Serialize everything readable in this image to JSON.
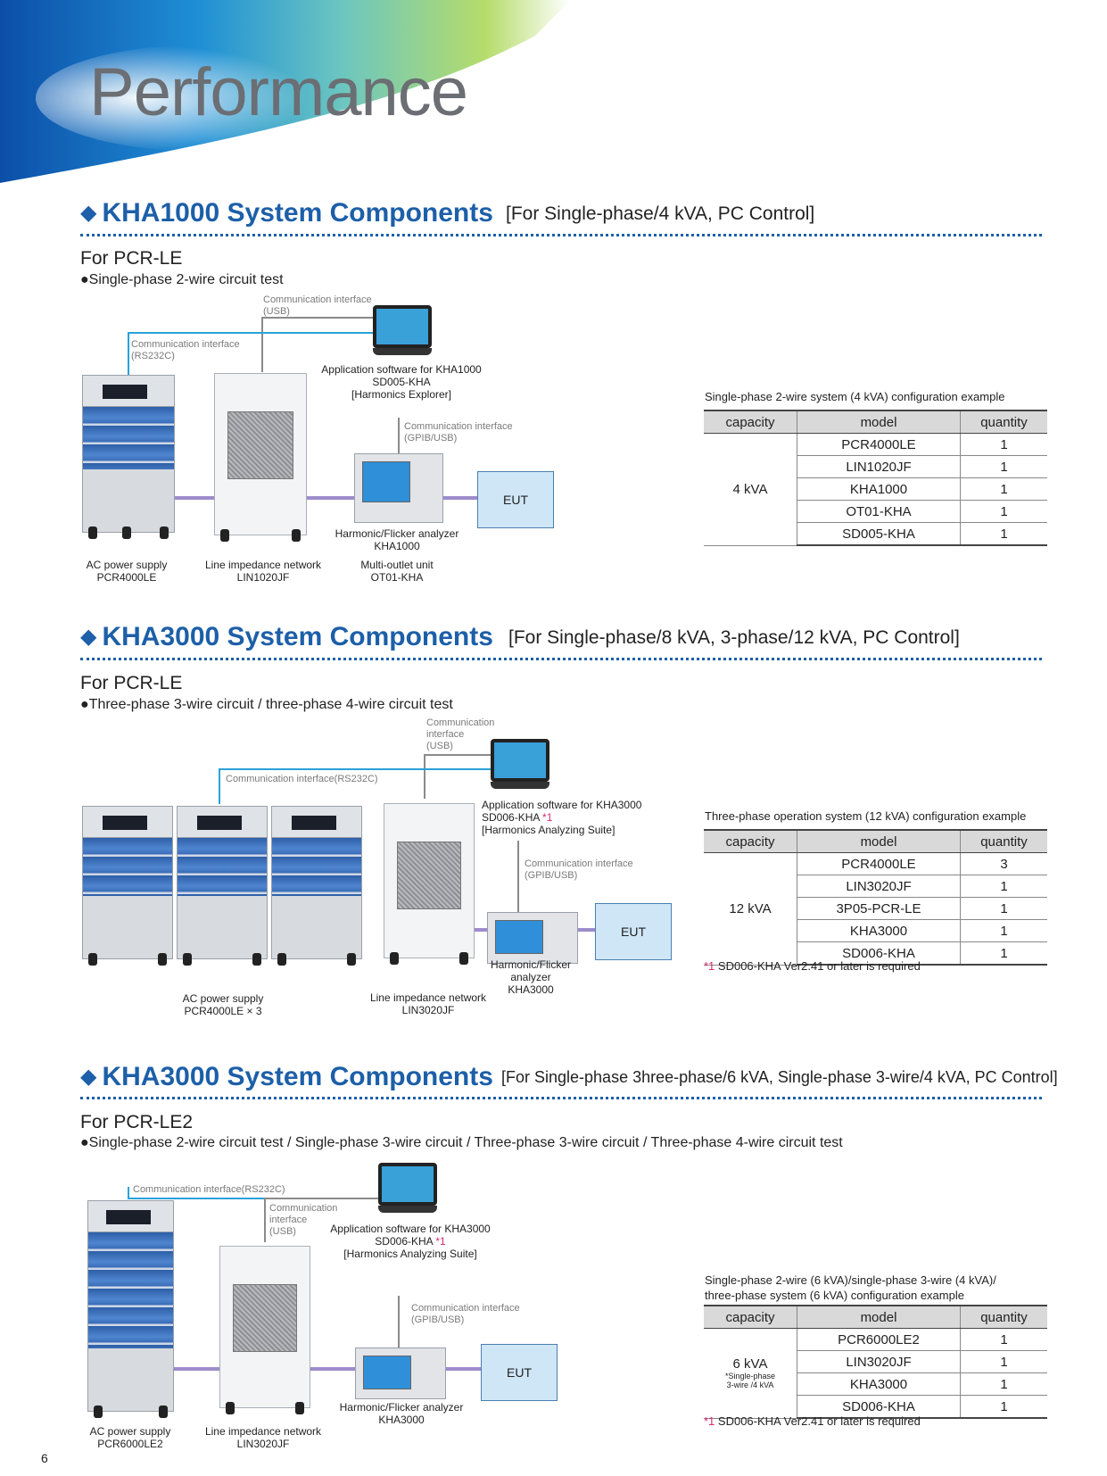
{
  "page": {
    "title": "Performance",
    "page_number": "6"
  },
  "colors": {
    "accent": "#1d5fa8",
    "note_red": "#d62b6e",
    "eut_fill": "#cfe6f7",
    "power_line": "#9d8ccc",
    "rs232c_line": "#2aa2d8"
  },
  "sections": [
    {
      "title": "KHA1000 System Components",
      "subtitle": "[For Single-phase/4 kVA, PC Control]",
      "for": "For PCR-LE",
      "test": "●Single-phase 2-wire circuit test",
      "diagram": {
        "comm_usb": "Communication interface\n(USB)",
        "comm_rs232c": "Communication interface\n(RS232C)",
        "comm_gpib": "Communication interface\n(GPIB/USB)",
        "software": "Application software for KHA1000\nSD005-KHA\n[Harmonics Explorer]",
        "analyzer": "Harmonic/Flicker analyzer\nKHA1000",
        "power_supply": "AC power supply\nPCR4000LE",
        "lin": "Line impedance network\nLIN1020JF",
        "outlet": "Multi-outlet unit\nOT01-KHA",
        "eut": "EUT"
      },
      "table": {
        "caption": "Single-phase 2-wire system (4 kVA) configuration example",
        "headers": [
          "capacity",
          "model",
          "quantity"
        ],
        "capacity": "4 kVA",
        "rows": [
          {
            "model": "PCR4000LE",
            "quantity": "1"
          },
          {
            "model": "LIN1020JF",
            "quantity": "1"
          },
          {
            "model": "KHA1000",
            "quantity": "1"
          },
          {
            "model": "OT01-KHA",
            "quantity": "1"
          },
          {
            "model": "SD005-KHA",
            "quantity": "1"
          }
        ]
      }
    },
    {
      "title": "KHA3000 System Components",
      "subtitle": "[For Single-phase/8 kVA, 3-phase/12 kVA, PC Control]",
      "for": "For PCR-LE",
      "test": "●Three-phase 3-wire circuit / three-phase 4-wire circuit test",
      "diagram": {
        "comm_usb": "Communication\ninterface\n(USB)",
        "comm_rs232c": "Communication interface(RS232C)",
        "comm_gpib": "Communication interface\n(GPIB/USB)",
        "software_line1": "Application software for KHA3000",
        "software_line2": "SD006-KHA ",
        "software_mark": "*1",
        "software_line3": "[Harmonics Analyzing Suite]",
        "analyzer": "Harmonic/Flicker\nanalyzer\nKHA3000",
        "power_supply": "AC power supply\nPCR4000LE × 3",
        "lin": "Line impedance network\nLIN3020JF",
        "eut": "EUT"
      },
      "table": {
        "caption": "Three-phase operation system (12 kVA) configuration example",
        "headers": [
          "capacity",
          "model",
          "quantity"
        ],
        "capacity": "12 kVA",
        "rows": [
          {
            "model": "PCR4000LE",
            "quantity": "3"
          },
          {
            "model": "LIN3020JF",
            "quantity": "1"
          },
          {
            "model": "3P05-PCR-LE",
            "quantity": "1"
          },
          {
            "model": "KHA3000",
            "quantity": "1"
          },
          {
            "model": "SD006-KHA",
            "quantity": "1"
          }
        ],
        "note_mark": "*1",
        "note": " SD006-KHA Ver2.41 or later is required"
      }
    },
    {
      "title": "KHA3000 System Components",
      "subtitle": "[For Single-phase 3hree-phase/6 kVA, Single-phase 3-wire/4 kVA, PC Control]",
      "for": "For PCR-LE2",
      "test": "●Single-phase 2-wire circuit test / Single-phase 3-wire circuit / Three-phase 3-wire circuit / Three-phase 4-wire circuit test",
      "diagram": {
        "comm_rs232c": "Communication interface(RS232C)",
        "comm_usb": "Communication\ninterface\n(USB)",
        "comm_gpib": "Communication interface\n(GPIB/USB)",
        "software_line1": "Application software for KHA3000",
        "software_line2": "SD006-KHA ",
        "software_mark": "*1",
        "software_line3": "[Harmonics Analyzing Suite]",
        "analyzer": "Harmonic/Flicker analyzer\nKHA3000",
        "power_supply": "AC power supply\nPCR6000LE2",
        "lin": "Line impedance network\nLIN3020JF",
        "eut": "EUT"
      },
      "table": {
        "caption": "Single-phase 2-wire (6 kVA)/single-phase 3-wire (4 kVA)/\nthree-phase system (6 kVA) configuration example",
        "headers": [
          "capacity",
          "model",
          "quantity"
        ],
        "capacity": "6 kVA",
        "capacity_note": "*Single-phase\n3-wire /4 kVA",
        "rows": [
          {
            "model": "PCR6000LE2",
            "quantity": "1"
          },
          {
            "model": "LIN3020JF",
            "quantity": "1"
          },
          {
            "model": "KHA3000",
            "quantity": "1"
          },
          {
            "model": "SD006-KHA",
            "quantity": "1"
          }
        ],
        "note_mark": "*1",
        "note": " SD006-KHA Ver2.41 or later is required"
      }
    }
  ]
}
